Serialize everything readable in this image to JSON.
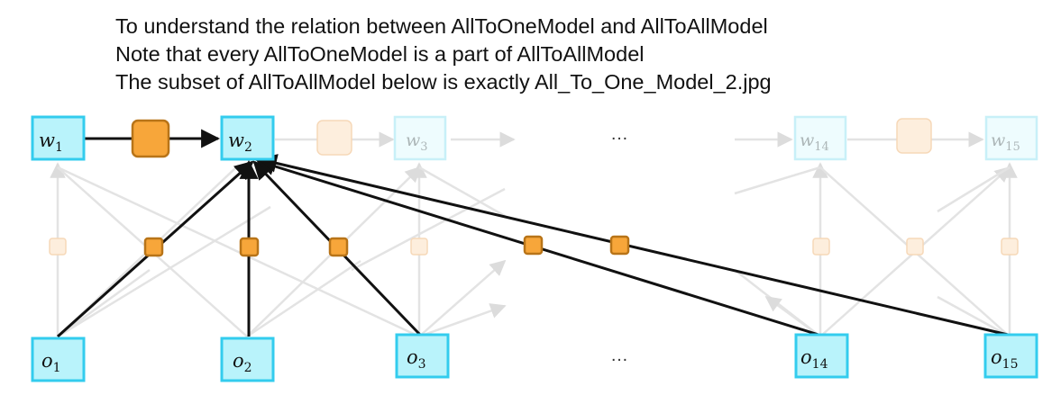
{
  "caption": {
    "line1": "To understand the relation between AllToOneModel and AllToAllModel",
    "line2": "Note that every AllToOneModel is a part of AllToAllModel",
    "line3": "The subset of  AllToAllModel below is exactly All_To_One_Model_2.jpg"
  },
  "nodes": {
    "w1": {
      "base": "w",
      "sub": "1"
    },
    "w2": {
      "base": "w",
      "sub": "2"
    },
    "w3": {
      "base": "w",
      "sub": "3"
    },
    "w14": {
      "base": "w",
      "sub": "14"
    },
    "w15": {
      "base": "w",
      "sub": "15"
    },
    "o1": {
      "base": "o",
      "sub": "1"
    },
    "o2": {
      "base": "o",
      "sub": "2"
    },
    "o3": {
      "base": "o",
      "sub": "3"
    },
    "o14": {
      "base": "o",
      "sub": "14"
    },
    "o15": {
      "base": "o",
      "sub": "15"
    }
  },
  "ellipsis": {
    "top": "…",
    "bottom": "…"
  },
  "colors": {
    "node_fill": "#b9f3fb",
    "node_border": "#33ccee",
    "factor_fill": "#f7a63a",
    "factor_border": "#b87418",
    "edge_highlight": "#111111",
    "edge_faded": "#e0e0e0"
  }
}
